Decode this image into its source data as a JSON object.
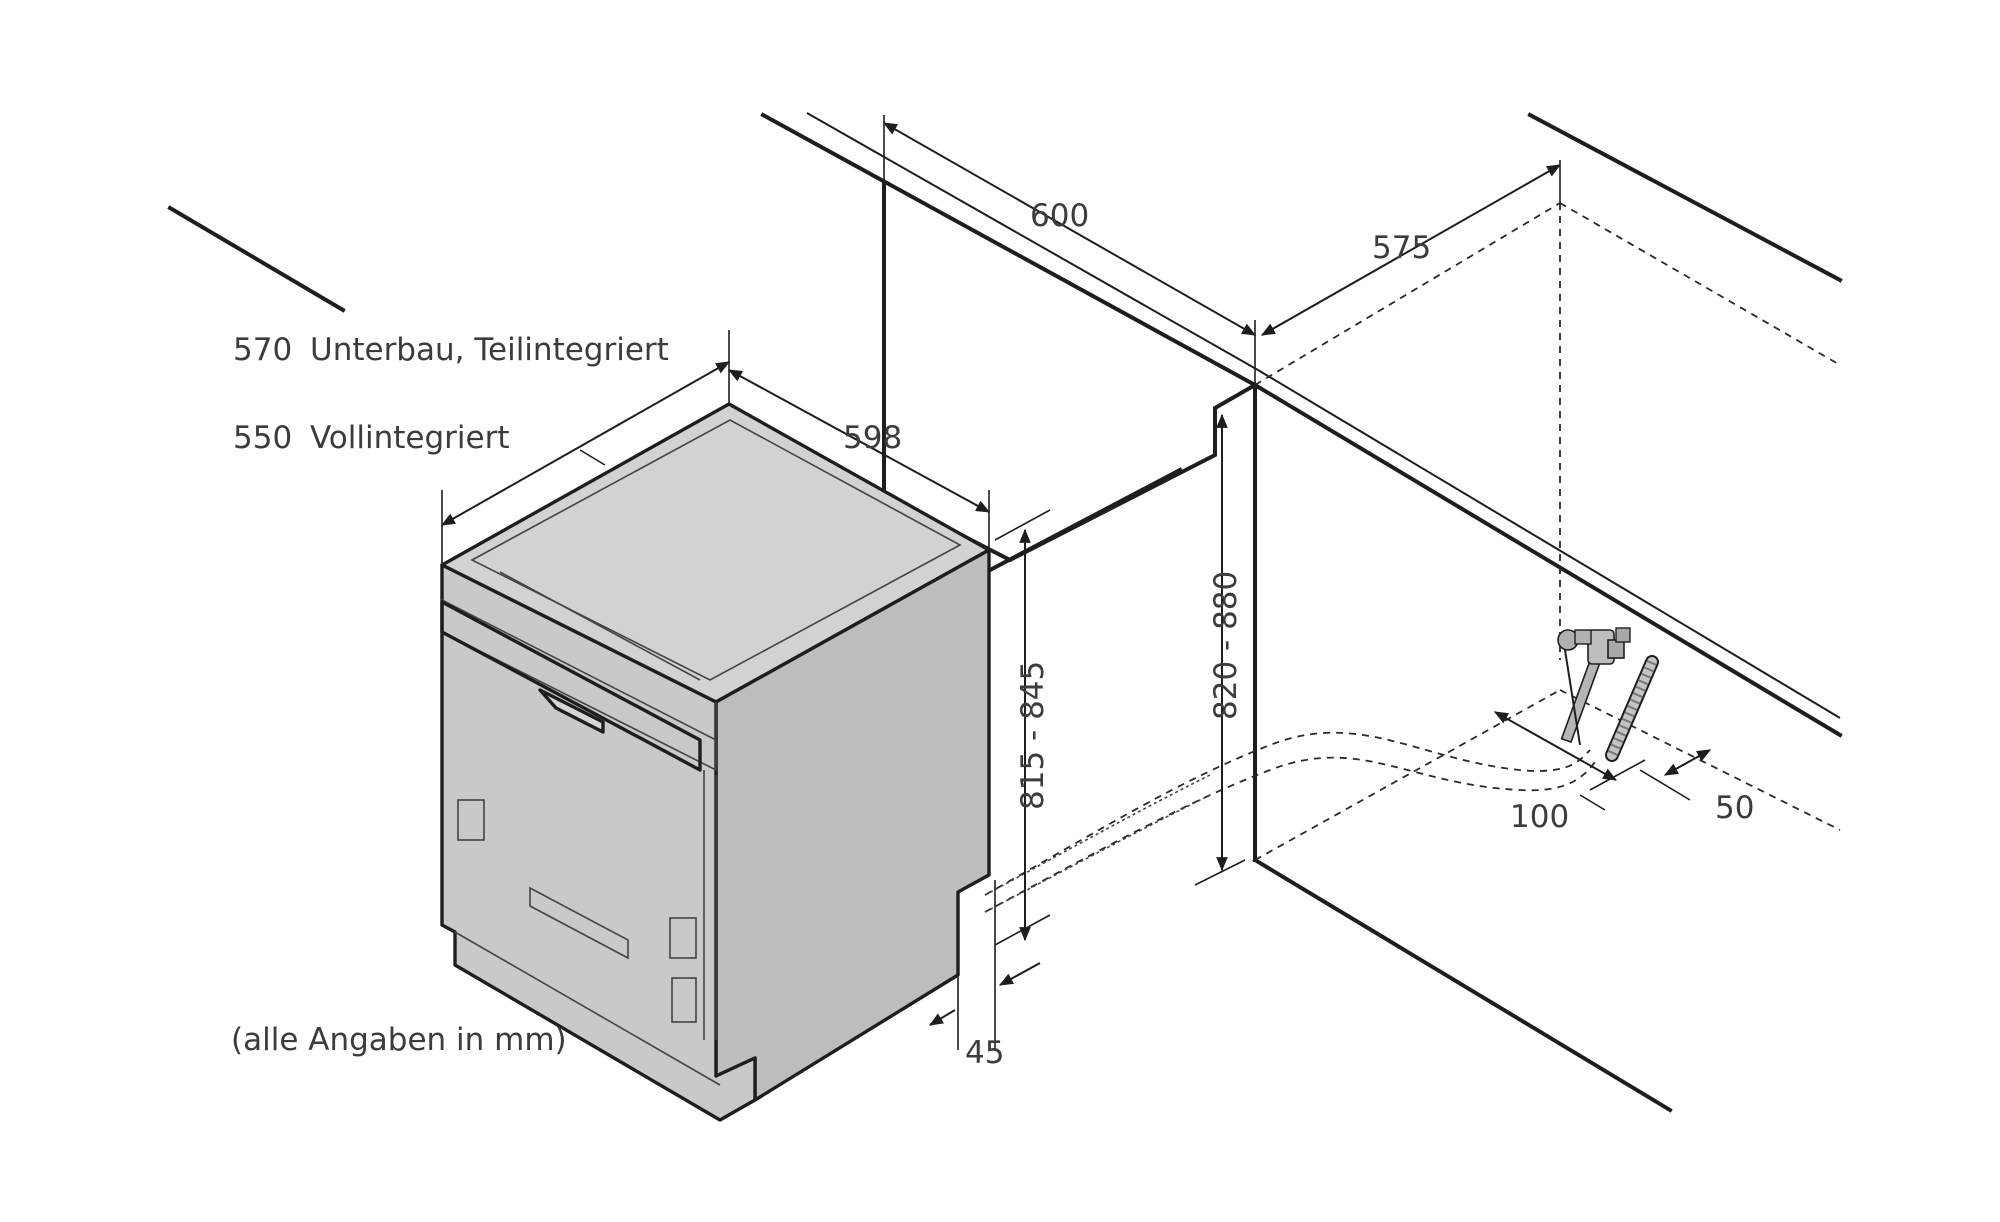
{
  "labels": {
    "depth_under": {
      "value": "570",
      "text": "Unterbau, Teilintegriert"
    },
    "depth_full": {
      "value": "550",
      "text": "Vollintegriert"
    },
    "units_note": "(alle Angaben in mm)"
  },
  "dimensions": {
    "niche_width": "600",
    "niche_depth": "575",
    "appliance_width": "598",
    "appliance_height": "815 - 845",
    "niche_height": "820 - 880",
    "plinth": "45",
    "connection_width": "100",
    "connection_offset": "50"
  },
  "colors": {
    "appliance_front": "#c9c9c9",
    "appliance_side": "#bdbdbd",
    "appliance_top": "#d2d2d2",
    "line": "#1e1e1e",
    "text": "#3c3c3c"
  },
  "icons": [
    "dimension-arrow",
    "water-tap-icon",
    "power-plug-icon",
    "hose-icon"
  ]
}
